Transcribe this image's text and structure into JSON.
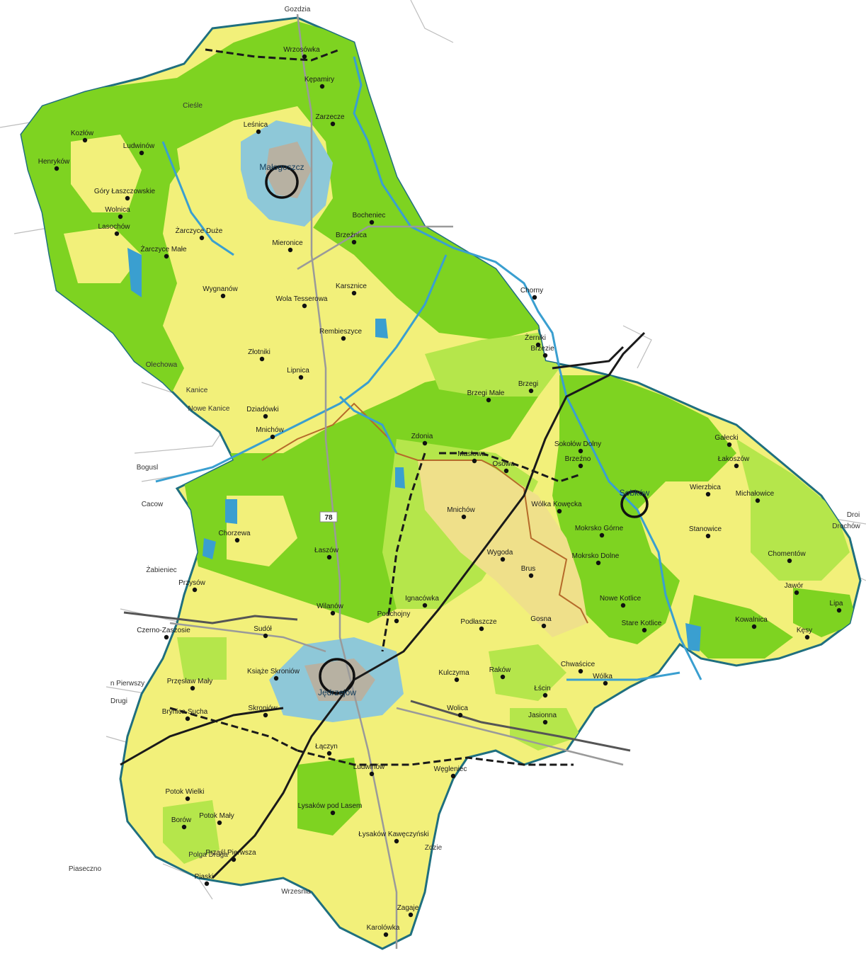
{
  "colors": {
    "agricultural": "#f2f07a",
    "forest": "#7ed321",
    "meadow": "#b5e64b",
    "urban": "#8ec8d8",
    "urban_core": "#b7b1a2",
    "river": "#3a9fd0",
    "water": "#3a9fd0",
    "railway": "#1a1a1a",
    "road": "#9a9a9a",
    "outline": "#1f6f7f",
    "orange_boundary": "#b56a2a"
  },
  "road_number": "78",
  "settlements": [
    {
      "name": "Wrzosówka"
    },
    {
      "name": "Kępamiry"
    },
    {
      "name": "Zarzecze"
    },
    {
      "name": "Leśnica"
    },
    {
      "name": "Kozłów"
    },
    {
      "name": "Ludwinów"
    },
    {
      "name": "Henryków"
    },
    {
      "name": "Góry Łaszczowskie"
    },
    {
      "name": "Wolnica"
    },
    {
      "name": "Lasochów"
    },
    {
      "name": "Żarczyce Duże"
    },
    {
      "name": "Żarczyce Małe"
    },
    {
      "name": "Mieronice"
    },
    {
      "name": "Brzeźnica"
    },
    {
      "name": "Bocheniec"
    },
    {
      "name": "Wygnanów"
    },
    {
      "name": "Wola Tesserowa"
    },
    {
      "name": "Karsznice"
    },
    {
      "name": "Rembieszyce"
    },
    {
      "name": "Chorny"
    },
    {
      "name": "Żerniki"
    },
    {
      "name": "Złotniki"
    },
    {
      "name": "Lipnica"
    },
    {
      "name": "Brzegi"
    },
    {
      "name": "Brzegi Małe"
    },
    {
      "name": "Brzezie"
    },
    {
      "name": "Dziadówki"
    },
    {
      "name": "Mnichów"
    },
    {
      "name": "Sokołów Dolny"
    },
    {
      "name": "Zdonia"
    },
    {
      "name": "Masłowa"
    },
    {
      "name": "Osowa"
    },
    {
      "name": "Brzeźno"
    },
    {
      "name": "Gałecki"
    },
    {
      "name": "Łakoszów"
    },
    {
      "name": "Wierzbica"
    },
    {
      "name": "Michałowice"
    },
    {
      "name": "Mnichów"
    },
    {
      "name": "Wólka Kowęcka"
    },
    {
      "name": "Mokrsko Górne"
    },
    {
      "name": "Mokrsko Dolne"
    },
    {
      "name": "Chorzewa"
    },
    {
      "name": "Łaszów"
    },
    {
      "name": "Wygoda"
    },
    {
      "name": "Brus"
    },
    {
      "name": "Stanowice"
    },
    {
      "name": "Chomentów"
    },
    {
      "name": "Jawór"
    },
    {
      "name": "Lipa"
    },
    {
      "name": "Przysów"
    },
    {
      "name": "Wilanów"
    },
    {
      "name": "Ignacówka"
    },
    {
      "name": "Podchojny"
    },
    {
      "name": "Nowe Kotlice"
    },
    {
      "name": "Stare Kotlice"
    },
    {
      "name": "Kowalnica"
    },
    {
      "name": "Kęsy"
    },
    {
      "name": "Czerno-Zaszosie"
    },
    {
      "name": "Sudół"
    },
    {
      "name": "Podłaszcze"
    },
    {
      "name": "Gosna"
    },
    {
      "name": "Książe Skroniów"
    },
    {
      "name": "Jędrzejów"
    },
    {
      "name": "Kulczyma"
    },
    {
      "name": "Raków"
    },
    {
      "name": "Chwaścice"
    },
    {
      "name": "Wólka"
    },
    {
      "name": "Przęsław Mały"
    },
    {
      "name": "Łścin"
    },
    {
      "name": "Brynica Sucha"
    },
    {
      "name": "Skroniów"
    },
    {
      "name": "Wolica"
    },
    {
      "name": "Jasionna"
    },
    {
      "name": "Łączyn"
    },
    {
      "name": "Ludwinów"
    },
    {
      "name": "Węgleniec"
    },
    {
      "name": "Potok Wielki"
    },
    {
      "name": "Lysaków pod Lasem"
    },
    {
      "name": "Borów"
    },
    {
      "name": "Potok Mały"
    },
    {
      "name": "Łysaków Kawęczyński"
    },
    {
      "name": "Prząśl Pierwsza"
    },
    {
      "name": "Piaski"
    },
    {
      "name": "Zagaje"
    },
    {
      "name": "Karolówka"
    },
    {
      "name": "Małogoszcz"
    },
    {
      "name": "Sobków"
    }
  ],
  "outside_labels": [
    {
      "name": "Gozdzia"
    },
    {
      "name": "Cieśle"
    },
    {
      "name": "Olechowa"
    },
    {
      "name": "Kanice"
    },
    {
      "name": "Nowe Kanice"
    },
    {
      "name": "Bogusl"
    },
    {
      "name": "Cacow"
    },
    {
      "name": "Żabieniec"
    },
    {
      "name": "n Pierwszy"
    },
    {
      "name": "Drugi"
    },
    {
      "name": "Piaseczno"
    },
    {
      "name": "Polga Druga"
    },
    {
      "name": "Wrzesnia"
    },
    {
      "name": "Zdzie"
    },
    {
      "name": "Drochów"
    },
    {
      "name": "Droi"
    }
  ]
}
